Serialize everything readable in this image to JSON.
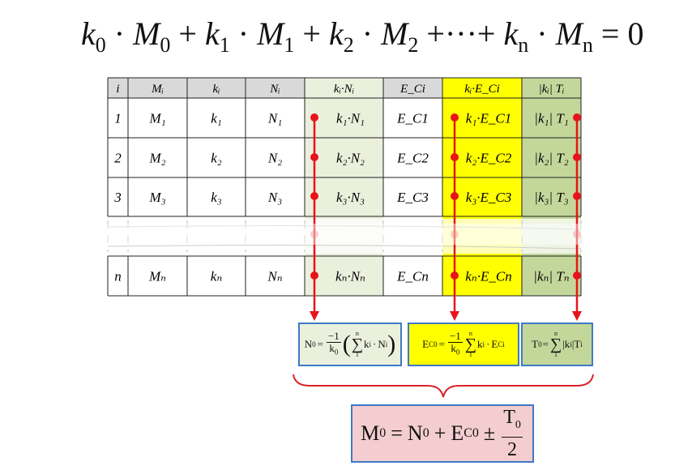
{
  "equation": {
    "k0": "k",
    "M0": "M",
    "k1": "k",
    "M1": "M",
    "k2": "k",
    "M2": "M",
    "kn": "k",
    "Mn": "M",
    "s0": "0",
    "s1": "1",
    "s2": "2",
    "sn": "n",
    "plus": "+",
    "dot": "·",
    "ellipsis": "+···+",
    "equals": "= 0"
  },
  "table": {
    "headers": [
      "i",
      "Mᵢ",
      "kᵢ",
      "Nᵢ",
      "kᵢ·Nᵢ",
      "E_Ci",
      "kᵢ·E_Ci",
      "|kᵢ| Tᵢ"
    ],
    "rows": [
      [
        "1",
        "M₁",
        "k₁",
        "N₁",
        "k₁·N₁",
        "E_C1",
        "k₁·E_C1",
        "|k₁| T₁"
      ],
      [
        "2",
        "M₂",
        "k₂",
        "N₂",
        "k₂·N₂",
        "E_C2",
        "k₂·E_C2",
        "|k₂| T₂"
      ],
      [
        "3",
        "M₃",
        "k₃",
        "N₃",
        "k₃·N₃",
        "E_C3",
        "k₃·E_C3",
        "|k₃| T₃"
      ],
      [
        "n",
        "Mₙ",
        "kₙ",
        "Nₙ",
        "kₙ·Nₙ",
        "E_Cn",
        "kₙ·E_Cn",
        "|kₙ| Tₙ"
      ]
    ]
  },
  "formulas": {
    "n0": {
      "lhs": "N",
      "lhs_sub": "0",
      "eq": "=",
      "num": "−1",
      "den": "k",
      "den_sub": "0",
      "sum_top": "n",
      "sum_bot": "1",
      "term": "k",
      "term_sub": "i",
      "dot": "·",
      "term2": "N",
      "term2_sub": "i"
    },
    "ec0": {
      "lhs": "E",
      "lhs_sub": "C0",
      "eq": "=",
      "num": "−1",
      "den": "k",
      "den_sub": "0",
      "sum_top": "n",
      "sum_bot": "1",
      "term": "k",
      "term_sub": "i",
      "dot": "·",
      "term2": "E",
      "term2_sub": "Ci"
    },
    "t0": {
      "lhs": "T",
      "lhs_sub": "0",
      "eq": "=",
      "sum_top": "n",
      "sum_bot": "1",
      "term": "|k",
      "term_sub": "i",
      "bar": "|",
      "term2": "T",
      "term2_sub": "i"
    }
  },
  "result": {
    "lhs": "M",
    "lhs_sub": "0",
    "eq": "=",
    "n": "N",
    "n_sub": "0",
    "plus": "+",
    "e": "E",
    "e_sub": "C0",
    "pm": "±",
    "num": "T",
    "num_sub": "0",
    "den": "2"
  },
  "colors": {
    "green_col": "#ebf0dd",
    "yellow_col": "#ffff00",
    "olive_col": "#c4d79b",
    "header_bg": "#d9d9d9",
    "arrow": "#e8141b",
    "box_border": "#3f79c3",
    "result_bg": "#f3cdcf",
    "brace": "#d9232a"
  }
}
